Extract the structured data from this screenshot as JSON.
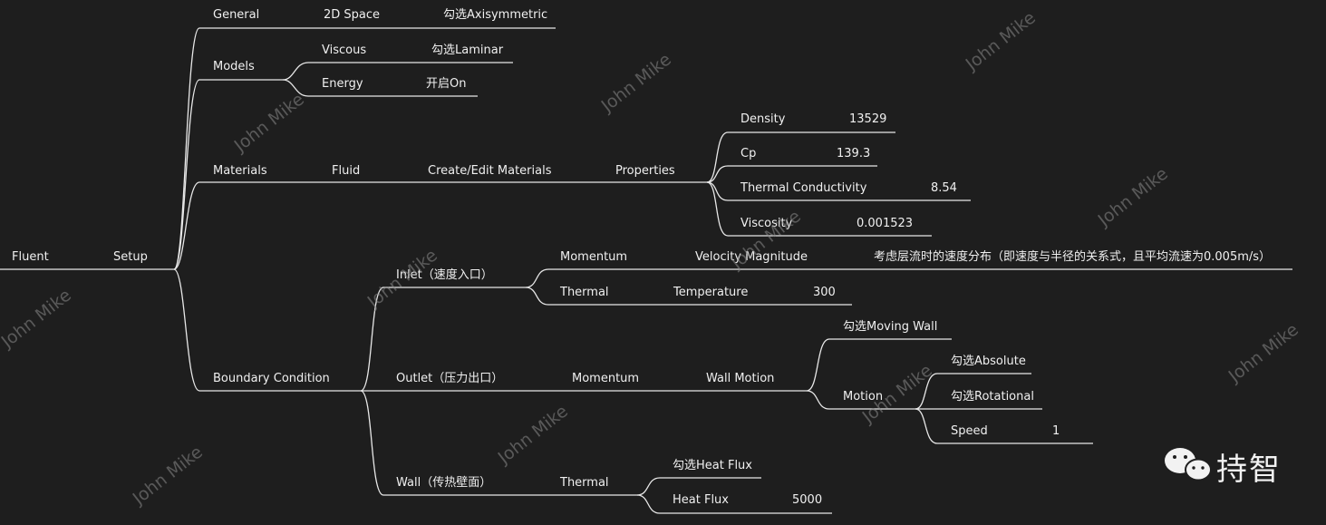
{
  "mindmap": {
    "root": "Fluent",
    "setup": "Setup",
    "general": {
      "label": "General",
      "space": "2D Space",
      "option": "勾选Axisymmetric"
    },
    "models": {
      "label": "Models",
      "viscous": "Viscous",
      "viscous_opt": "勾选Laminar",
      "energy": "Energy",
      "energy_opt": "开启On"
    },
    "materials": {
      "label": "Materials",
      "fluid": "Fluid",
      "create": "Create/Edit Materials",
      "properties": "Properties",
      "density": "Density",
      "density_val": "13529",
      "cp": "Cp",
      "cp_val": "139.3",
      "tc": "Thermal Conductivity",
      "tc_val": "8.54",
      "visc": "Viscosity",
      "visc_val": "0.001523"
    },
    "bc": {
      "label": "Boundary Condition",
      "inlet": "Inlet（速度入口）",
      "momentum": "Momentum",
      "vel_mag": "Velocity Magnitude",
      "vel_desc": "考虑层流时的速度分布（即速度与半径的关系式，且平均流速为0.005m/s）",
      "thermal": "Thermal",
      "temperature": "Temperature",
      "temp_val": "300",
      "outlet": "Outlet（压力出口）",
      "out_momentum": "Momentum",
      "wall_motion": "Wall Motion",
      "moving_wall": "勾选Moving Wall",
      "motion": "Motion",
      "absolute": "勾选Absolute",
      "rotational": "勾选Rotational",
      "speed": "Speed",
      "speed_val": "1",
      "wall": "Wall（传热壁面）",
      "wall_thermal": "Thermal",
      "heat_flux_opt": "勾选Heat Flux",
      "heat_flux": "Heat Flux",
      "heat_flux_val": "5000"
    }
  },
  "watermark": "John Mike",
  "brand": {
    "text": "持智",
    "icon": "wechat-icon"
  },
  "colors": {
    "background": "#1e1e1e",
    "line": "#e8e8e8",
    "text": "#f0f0f0"
  }
}
